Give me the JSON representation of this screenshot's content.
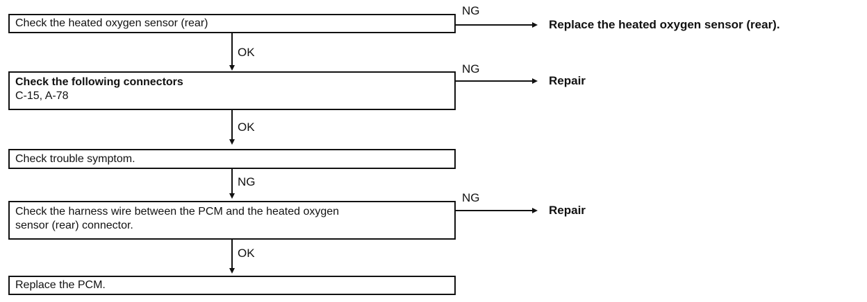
{
  "flowchart": {
    "steps": [
      {
        "lines": [
          "Check the heated oxygen sensor (rear)"
        ]
      },
      {
        "lines": [
          "Check the following connectors",
          "C-15, A-78"
        ]
      },
      {
        "lines": [
          "Check trouble symptom."
        ]
      },
      {
        "lines": [
          "Check the harness wire between the PCM and the heated oxygen",
          "sensor (rear) connector."
        ]
      },
      {
        "lines": [
          "Replace the PCM."
        ]
      }
    ],
    "down_labels": [
      "OK",
      "OK",
      "NG",
      "OK"
    ],
    "side_labels": [
      "NG",
      "NG",
      "NG"
    ],
    "results": [
      "Replace the heated oxygen sensor (rear).",
      "Repair",
      "Repair"
    ]
  }
}
